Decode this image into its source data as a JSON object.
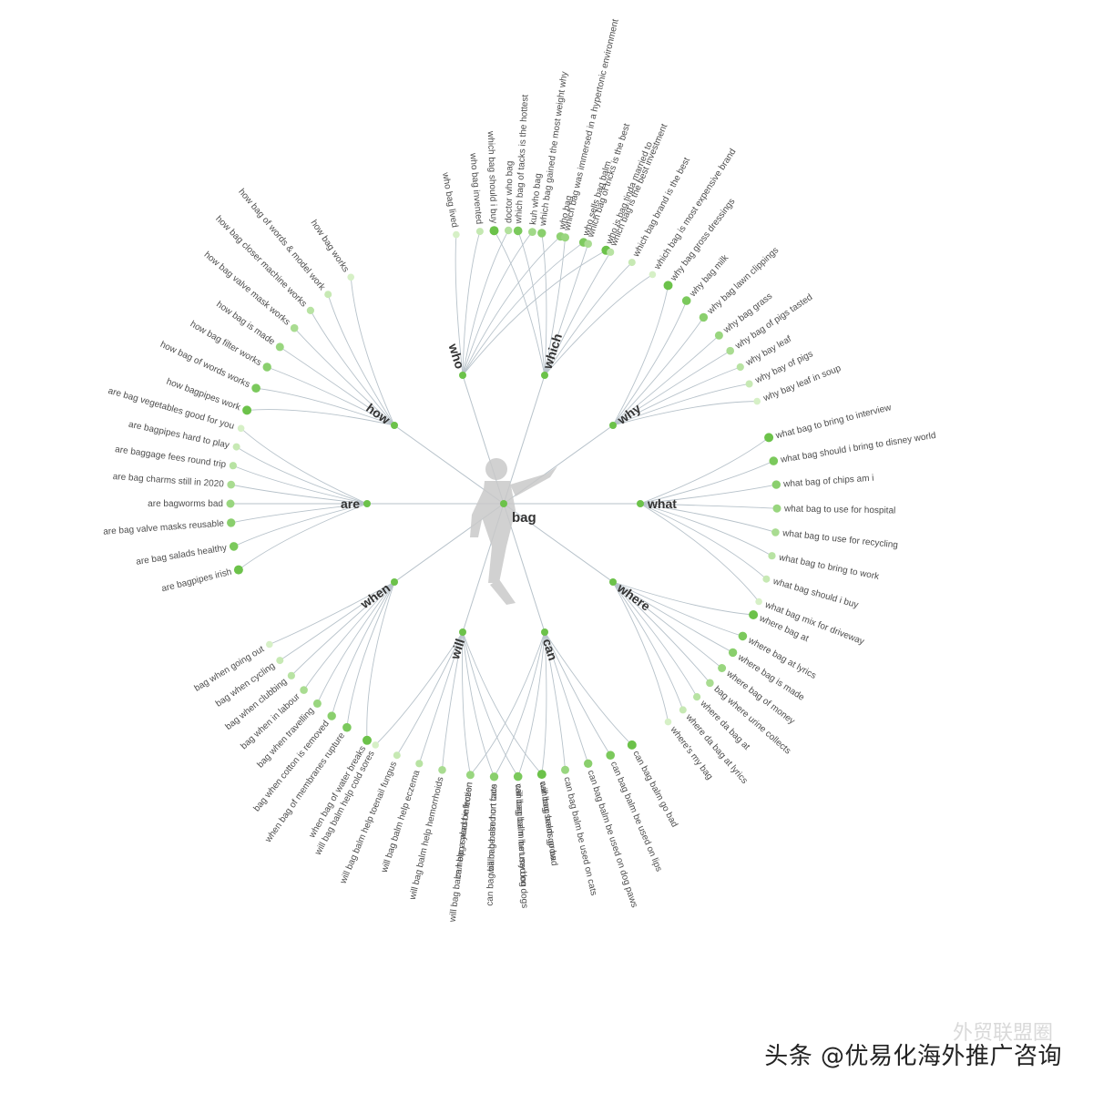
{
  "center": {
    "label": "bag"
  },
  "colors": {
    "node_strong": "#6cc24a",
    "node_faint": "#d6f0c6",
    "edge": "#b7c2ca",
    "figure": "#c9c9c9"
  },
  "branches": [
    {
      "label": "who",
      "leaves": [
        "who is bag tinda married to",
        "who sells bag balm",
        "who bag",
        "kuh who bag",
        "doctor who bag",
        "who bag invented",
        "who bag lived"
      ]
    },
    {
      "label": "which",
      "leaves": [
        "which bag should i buy",
        "which bag of tacks is the hottest",
        "which bag gained the most weight why",
        "which bag was immersed in a hypertonic environment",
        "which bag of tricks is the best",
        "which bag is the best investment",
        "which bag brand is the best",
        "which bag is most expensive brand"
      ]
    },
    {
      "label": "why",
      "leaves": [
        "why bag gross dressings",
        "why bag milk",
        "why bag lawn clippings",
        "why bag grass",
        "why bag of pigs tasted",
        "why bay leaf",
        "why bay of pigs",
        "why bay leaf in soup"
      ]
    },
    {
      "label": "what",
      "leaves": [
        "what bag to bring to interview",
        "what bag should i bring to disney world",
        "what bag of chips am i",
        "what bag to use for hospital",
        "what bag to use for recycling",
        "what bag to bring to work",
        "what bag should i buy",
        "what bag mix for driveway"
      ]
    },
    {
      "label": "where",
      "leaves": [
        "where bag at",
        "where bag at lyrics",
        "where bag is made",
        "where bag of money",
        "bag where urine collects",
        "where da bag at",
        "where da bag at lyrics",
        "where's my bag"
      ]
    },
    {
      "label": "can",
      "leaves": [
        "can bag balm go bad",
        "can bag balm be used on lips",
        "can bag balm be used on dog paws",
        "can bag balm be used on cats",
        "can bag balm go bad",
        "can bag balm be used on dogs",
        "can bag balm be used on face",
        "can bag salad be frozen"
      ]
    },
    {
      "label": "will",
      "leaves": [
        "will bag seeds grow",
        "will bag balm hurt my dog",
        "will bag balm hurt cats",
        "will bag balm help a yeast infection",
        "will bag balm help hemorrhoids",
        "will bag balm help eczema",
        "will bag balm help toenail fungus",
        "will bag balm help cold sores"
      ]
    },
    {
      "label": "when",
      "leaves": [
        "when bag of water breaks",
        "when bag of membranes rupture",
        "bag when cotton is removed",
        "bag when travelling",
        "bag when in labour",
        "bag when clubbing",
        "bag when cycling",
        "bag when going out"
      ]
    },
    {
      "label": "are",
      "leaves": [
        "are bagpipes irish",
        "are bag salads healthy",
        "are bag valve masks reusable",
        "are bagworms bad",
        "are bag charms still in 2020",
        "are baggage fees round trip",
        "are bagpipes hard to play",
        "are bag vegetables good for you"
      ]
    },
    {
      "label": "how",
      "leaves": [
        "how bagpipes work",
        "how bag of words works",
        "how bag filter works",
        "how bag is made",
        "how bag valve mask works",
        "how bag closer machine works",
        "how bag of words & model work",
        "how bag works"
      ]
    }
  ],
  "watermark": {
    "text": "头条 @优易化海外推广咨询",
    "faint_text": "外贸联盟圈"
  }
}
